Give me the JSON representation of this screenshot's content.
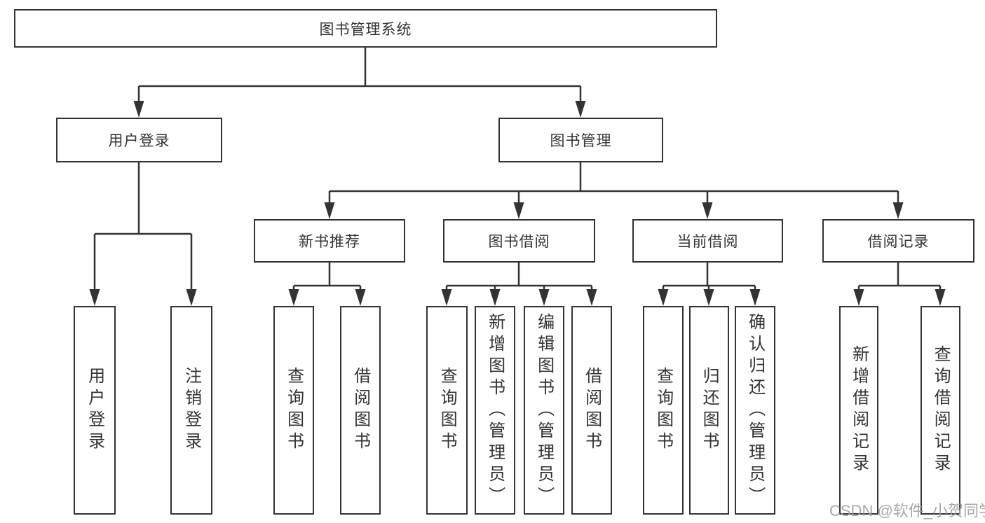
{
  "diagram": {
    "root": {
      "label": "图书管理系统"
    },
    "level2": {
      "user_login": {
        "label": "用户登录"
      },
      "book_mgmt": {
        "label": "图书管理"
      }
    },
    "level3": {
      "new_book_rec": {
        "label": "新书推荐"
      },
      "book_borrow": {
        "label": "图书借阅"
      },
      "current_borrow": {
        "label": "当前借阅"
      },
      "borrow_record": {
        "label": "借阅记录"
      }
    },
    "leaves": {
      "user_login": {
        "label": "用户登录"
      },
      "logout": {
        "label": "注销登录"
      },
      "nb_query": {
        "label": "查询图书"
      },
      "nb_borrow": {
        "label": "借阅图书"
      },
      "bb_query": {
        "label": "查询图书"
      },
      "bb_add": {
        "label": "新增图书（管理员）"
      },
      "bb_edit": {
        "label": "编辑图书（管理员）"
      },
      "bb_borrow": {
        "label": "借阅图书"
      },
      "cb_query": {
        "label": "查询图书"
      },
      "cb_return": {
        "label": "归还图书"
      },
      "cb_confirm": {
        "label": "确认归还（管理员）"
      },
      "br_add": {
        "label": "新增借阅记录"
      },
      "br_query": {
        "label": "查询借阅记录"
      }
    }
  },
  "watermark": {
    "text": "CSDN @软件_小贺同学"
  },
  "colors": {
    "line": "#333333",
    "text": "#333333",
    "background": "#ffffff",
    "watermark": "#9e9e9e"
  }
}
